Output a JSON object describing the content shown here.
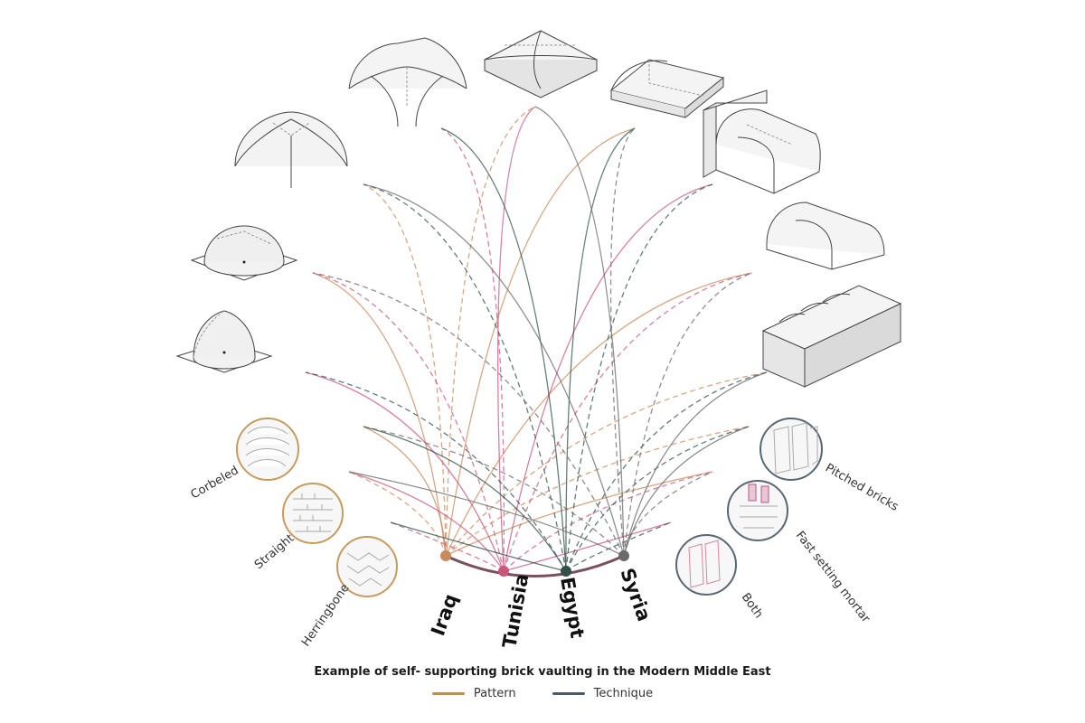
{
  "caption": "Example of self- supporting brick vaulting in the Modern Middle East",
  "legend": [
    {
      "label": "Pattern",
      "color": "#c08a5a"
    },
    {
      "label": "Technique",
      "color": "#4a5a66"
    }
  ],
  "countries": [
    {
      "name": "Iraq",
      "color": "#c98a5c"
    },
    {
      "name": "Tunisia",
      "color": "#c9577a"
    },
    {
      "name": "Egypt",
      "color": "#2f5148"
    },
    {
      "name": "Syria",
      "color": "#6a6a6a"
    }
  ],
  "patterns": [
    {
      "label": "Corbeled",
      "icon": "corbeled-brick-icon"
    },
    {
      "label": "Straight",
      "icon": "straight-brick-icon"
    },
    {
      "label": "Herringbone",
      "icon": "herringbone-brick-icon"
    }
  ],
  "techniques": [
    {
      "label": "Pitched bricks",
      "icon": "pitched-bricks-icon"
    },
    {
      "label": "Fast setting mortar",
      "icon": "fast-setting-mortar-icon"
    },
    {
      "label": "Both",
      "icon": "both-techniques-icon"
    }
  ],
  "vault_icons": [
    "pointed-dome-icon",
    "hemispherical-dome-icon",
    "cross-vault-icon",
    "groin-vault-icon",
    "pyramidal-vault-icon",
    "cloister-vault-icon",
    "barrel-vault-with-wall-icon",
    "barrel-vault-icon",
    "multi-barrel-vault-icon"
  ]
}
